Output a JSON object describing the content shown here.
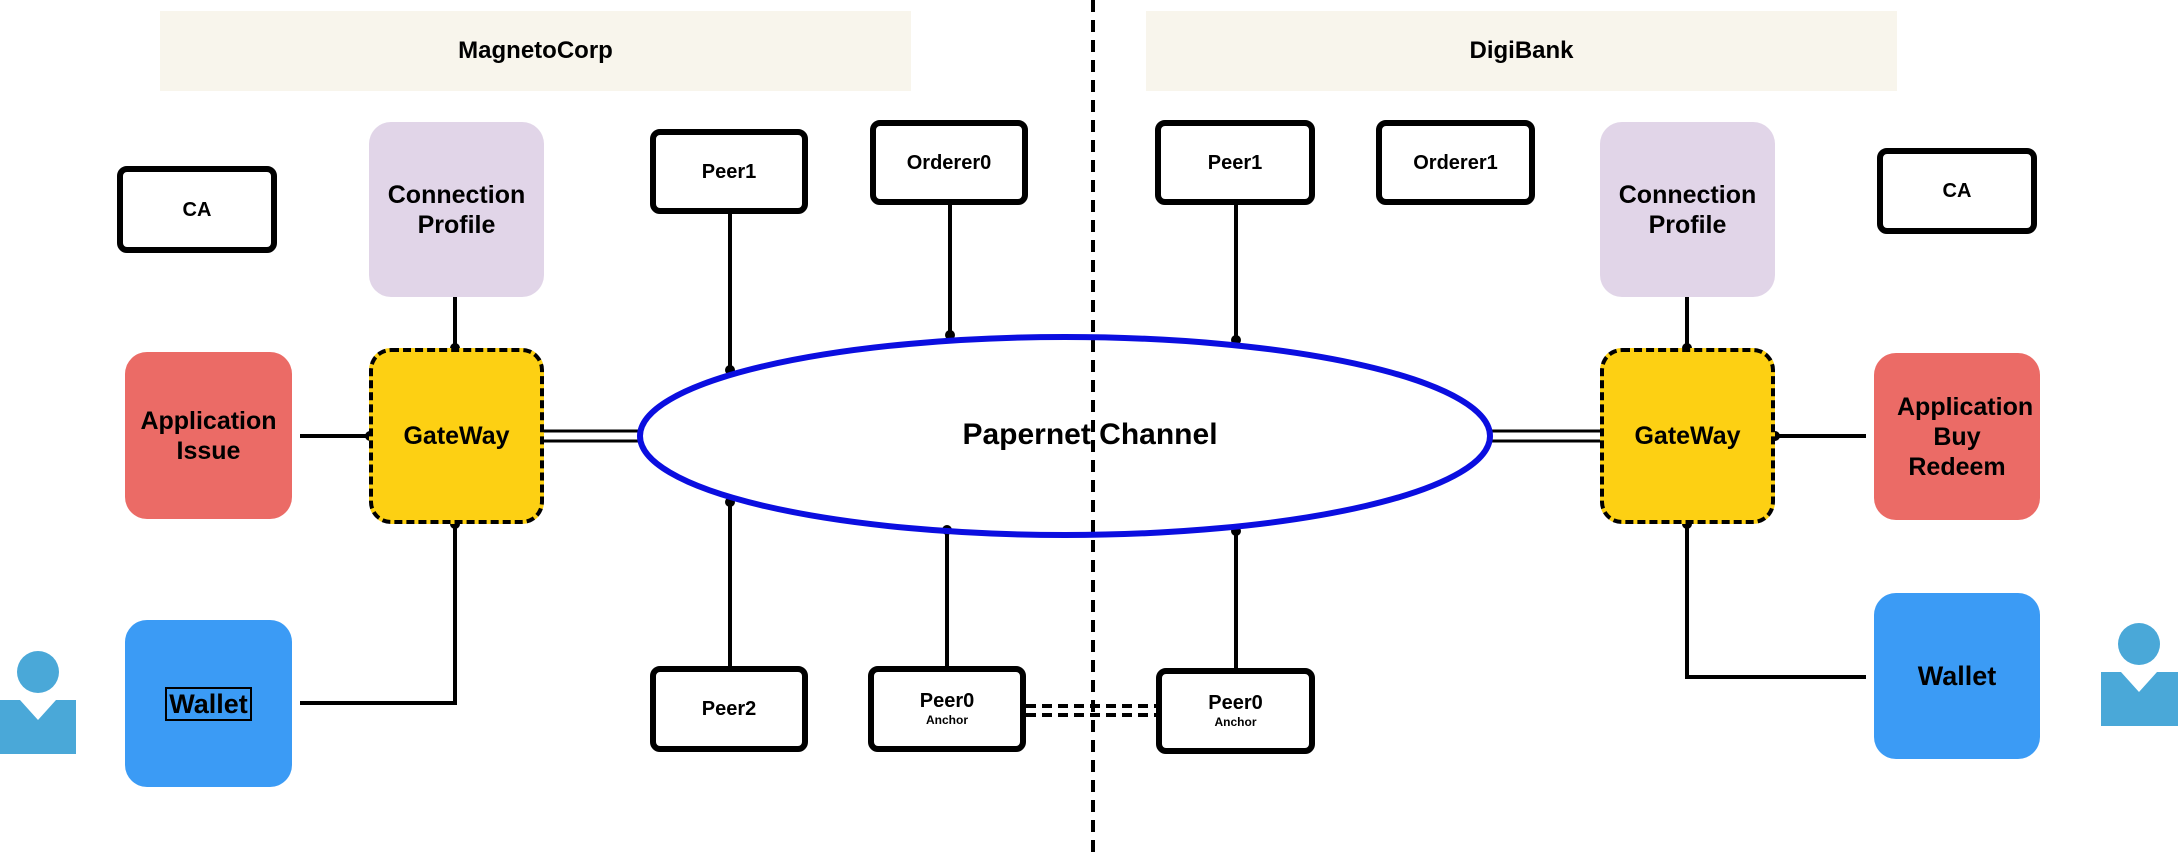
{
  "banners": {
    "left": "MagnetoCorp",
    "right": "DigiBank"
  },
  "channel": {
    "label": "Papernet Channel",
    "color": "#0b0ee0"
  },
  "left": {
    "ca": "CA",
    "connection_profile": "Connection Profile",
    "application": "Application Issue",
    "gateway": "GateWay",
    "wallet": "Wallet",
    "peer1": "Peer1",
    "orderer": "Orderer0",
    "peer2": "Peer2",
    "peer0": "Peer0",
    "peer0_sub": "Anchor"
  },
  "right": {
    "ca": "CA",
    "connection_profile": "Connection Profile",
    "application": "Application Buy Redeem",
    "gateway": "GateWay",
    "wallet": "Wallet",
    "peer1": "Peer1",
    "orderer": "Orderer1",
    "peer0": "Peer0",
    "peer0_sub": "Anchor"
  },
  "colors": {
    "banner": "#f8f5ec",
    "connection_profile": "#e1d5e8",
    "application": "#eb6b66",
    "gateway": "#fdd013",
    "wallet": "#3b9bf5",
    "user_icon": "#4aa8d8"
  }
}
